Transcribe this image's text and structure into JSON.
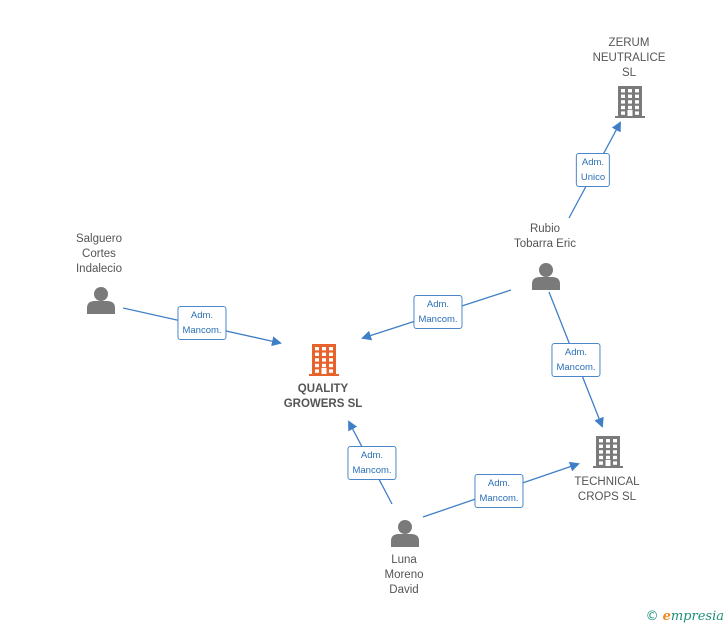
{
  "colors": {
    "edge": "#3f7fc6",
    "person": "#7a7a7a",
    "company": "#7a7a7a",
    "focus": "#e8622c"
  },
  "nodes": [
    {
      "id": "quality",
      "type": "company",
      "focus": true,
      "name": [
        "QUALITY",
        "GROWERS  SL"
      ]
    },
    {
      "id": "zerum",
      "type": "company",
      "name": [
        "ZERUM",
        "NEUTRALICE",
        "SL"
      ]
    },
    {
      "id": "technical",
      "type": "company",
      "name": [
        "TECHNICAL",
        "CROPS  SL"
      ]
    },
    {
      "id": "salguero",
      "type": "person",
      "name": [
        "Salguero",
        "Cortes",
        "Indalecio"
      ]
    },
    {
      "id": "rubio",
      "type": "person",
      "name": [
        "Rubio",
        "Tobarra Eric"
      ]
    },
    {
      "id": "luna",
      "type": "person",
      "name": [
        "Luna",
        "Moreno",
        "David"
      ]
    }
  ],
  "edges": [
    {
      "from": "salguero",
      "to": "quality",
      "label": [
        "Adm.",
        "Mancom."
      ]
    },
    {
      "from": "rubio",
      "to": "quality",
      "label": [
        "Adm.",
        "Mancom."
      ]
    },
    {
      "from": "rubio",
      "to": "zerum",
      "label": [
        "Adm.",
        "Unico"
      ]
    },
    {
      "from": "rubio",
      "to": "technical",
      "label": [
        "Adm.",
        "Mancom."
      ]
    },
    {
      "from": "luna",
      "to": "quality",
      "label": [
        "Adm.",
        "Mancom."
      ]
    },
    {
      "from": "luna",
      "to": "technical",
      "label": [
        "Adm.",
        "Mancom."
      ]
    }
  ],
  "watermark": {
    "copyright": "©",
    "brand_initial": "e",
    "brand_rest": "mpresia"
  }
}
